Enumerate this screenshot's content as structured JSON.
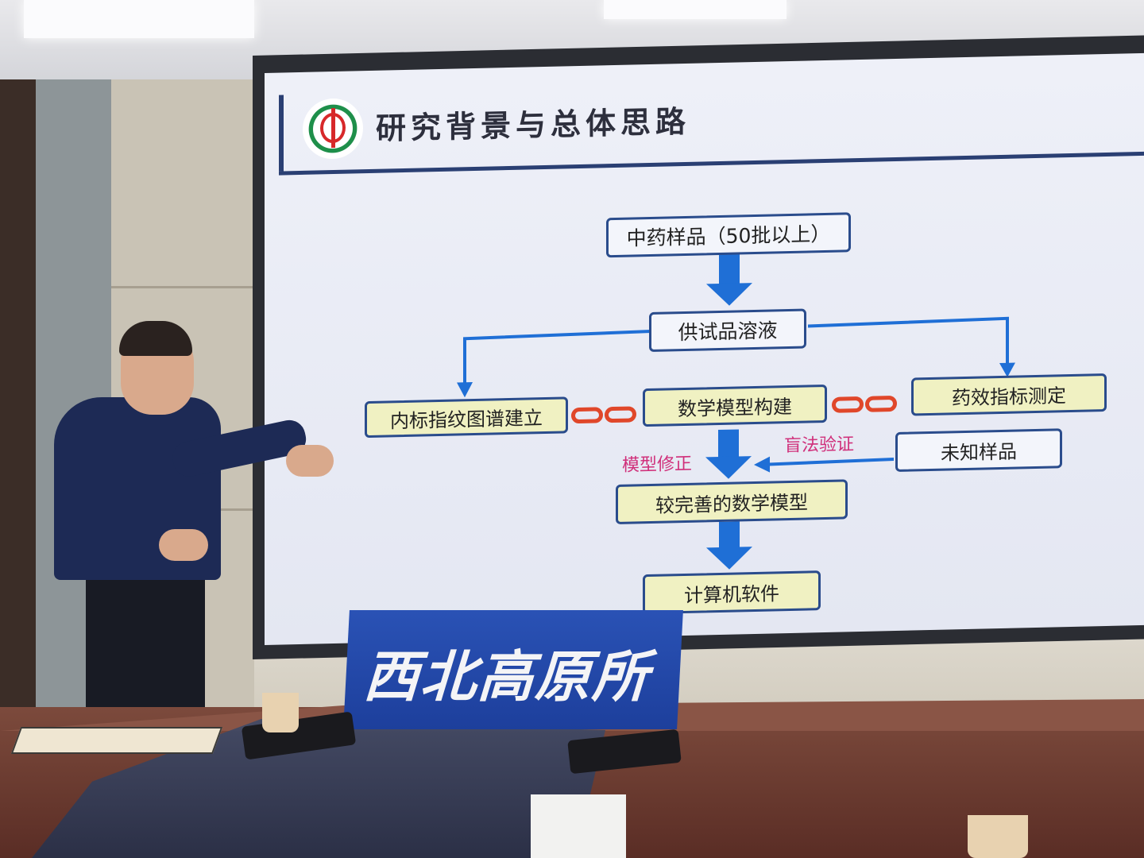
{
  "slide": {
    "title": "研究背景与总体思路",
    "flow": {
      "samples": "中药样品（50批以上）",
      "solution": "供试品溶液",
      "fingerprint": "内标指纹图谱建立",
      "model_build": "数学模型构建",
      "efficacy": "药效指标测定",
      "model_fix_label": "模型修正",
      "blind_label": "盲法验证",
      "unknown": "未知样品",
      "final_model": "较完善的数学模型",
      "software": "计算机软件"
    }
  },
  "nameplate": {
    "text": "西北高原所"
  },
  "colors": {
    "arrow": "#1f6fd6",
    "box_fill": "#f0f1c2",
    "box_border": "#2a4c8c",
    "label_red": "#d02f7a",
    "nameplate": "#2a52b5"
  }
}
